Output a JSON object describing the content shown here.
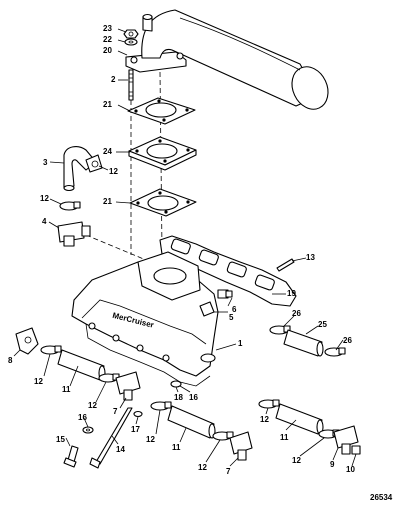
{
  "figure_number": "26534",
  "callouts": {
    "c23": "23",
    "c22": "22",
    "c20": "20",
    "c2": "2",
    "c21a": "21",
    "c24": "24",
    "c21b": "21",
    "c3": "3",
    "c12a": "12",
    "c12b": "12",
    "c4": "4",
    "c13": "13",
    "c19": "19",
    "c6": "6",
    "c5": "5",
    "c1": "1",
    "c26a": "26",
    "c25": "25",
    "c26b": "26",
    "c8": "8",
    "c12c": "12",
    "c11a": "11",
    "c12d": "12",
    "c7a": "7",
    "c18": "18",
    "c16a": "16",
    "c16b": "16",
    "c17": "17",
    "c15": "15",
    "c14": "14",
    "c12e": "12",
    "c11b": "11",
    "c12f": "12",
    "c7b": "7",
    "c12g": "12",
    "c11c": "11",
    "c12h": "12",
    "c9": "9",
    "c10": "10"
  }
}
